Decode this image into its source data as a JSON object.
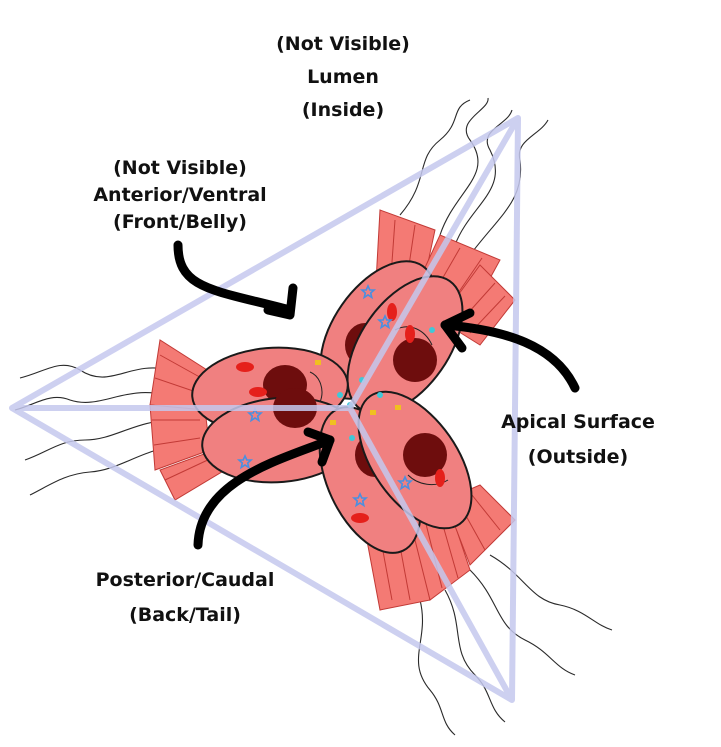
{
  "labels": {
    "lumen": [
      "(Not Visible)",
      "Lumen",
      "(Inside)"
    ],
    "anterior": [
      "(Not Visible)",
      "Anterior/Ventral",
      "(Front/Belly)"
    ],
    "apical": [
      "Apical Surface",
      "(Outside)"
    ],
    "posterior": [
      "Posterior/Caudal",
      "(Back/Tail)"
    ]
  },
  "colors": {
    "background": "#ffffff",
    "cell_fill": "#f08080",
    "cell_outline": "#1a1a1a",
    "nucleus": "#6e0d0d",
    "cilia_fan": "#f47a74",
    "cilia_lines": "#c23a36",
    "triangle": "#c5c8ee",
    "arrow": "#000000",
    "organelle_red": "#e5201b",
    "organelle_yellow": "#f0c020",
    "star_blue": "#4a8fe0",
    "dot_cyan": "#40c8d8"
  },
  "icons": [
    "arrow-icon",
    "blue-star-icon",
    "cilia-icon",
    "nucleus-icon"
  ]
}
